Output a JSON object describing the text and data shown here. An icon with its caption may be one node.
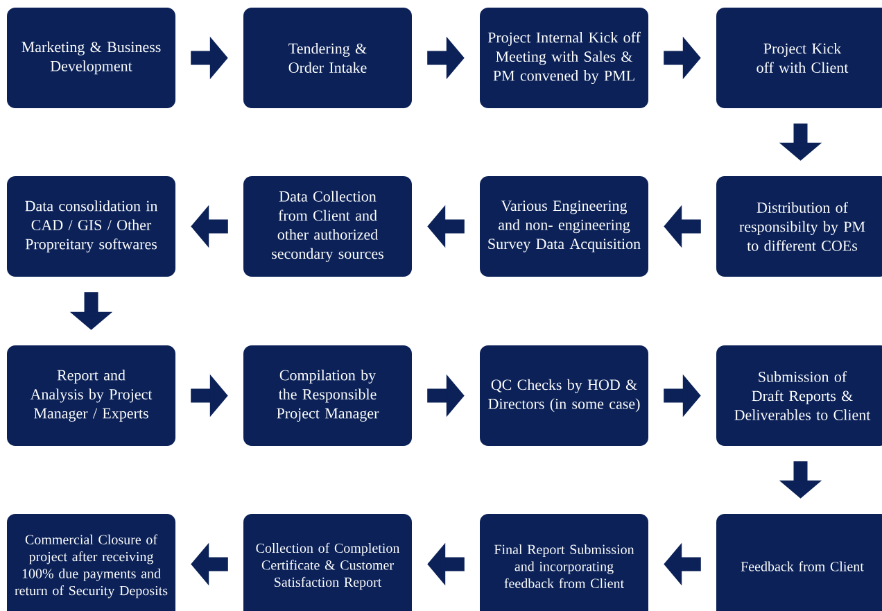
{
  "diagram": {
    "nodes": [
      {
        "text": [
          "Marketing & Business Development"
        ]
      },
      {
        "text": [
          "Tendering & Order Intake"
        ]
      },
      {
        "text": [
          "Project Internal Kick off Meeting with Sales & PM convened by PML"
        ]
      },
      {
        "text": [
          "Project Kick off with Client"
        ]
      },
      {
        "text": [
          "Distribution of responsibilty by PM to different COEs"
        ]
      },
      {
        "text": [
          "Various Engineering and non- engineering Survey Data Acquisition"
        ]
      },
      {
        "text": [
          "Data Collection from Client and other authorized secondary sources"
        ]
      },
      {
        "text": [
          "Data consolidation in CAD / GIS / Other Propreitary softwares"
        ]
      },
      {
        "text": [
          "Report and Analysis by Project Manager / Experts"
        ]
      },
      {
        "text": [
          "Compilation by the Responsible Project Manager"
        ]
      },
      {
        "text": [
          "QC Checks by HOD & Directors (in some case)"
        ]
      },
      {
        "text": [
          "Submission of Draft Reports & Deliverables  to Client"
        ]
      },
      {
        "text": [
          "Feedback from Client"
        ]
      },
      {
        "text": [
          "Final Report Submission and incorporating feedback from Client"
        ]
      },
      {
        "text": [
          "Collection of Completion Certificate & Customer Satisfaction Report"
        ]
      },
      {
        "text": [
          "Commercial Closure of project after receiving 100% due payments and return of Security Deposits"
        ]
      }
    ],
    "edges": [
      {
        "from": 0,
        "to": 1,
        "arrow": "to"
      },
      {
        "from": 1,
        "to": 2,
        "arrow": "to"
      },
      {
        "from": 2,
        "to": 3,
        "arrow": "to"
      },
      {
        "from": 3,
        "to": 4,
        "arrow": "to"
      },
      {
        "from": 4,
        "to": 5,
        "arrow": "to"
      },
      {
        "from": 5,
        "to": 6,
        "arrow": "to"
      },
      {
        "from": 6,
        "to": 7,
        "arrow": "to"
      },
      {
        "from": 7,
        "to": 8,
        "arrow": "to"
      },
      {
        "from": 8,
        "to": 9,
        "arrow": "to"
      },
      {
        "from": 9,
        "to": 10,
        "arrow": "to"
      },
      {
        "from": 10,
        "to": 11,
        "arrow": "to"
      },
      {
        "from": 11,
        "to": 12,
        "arrow": "to"
      },
      {
        "from": 12,
        "to": 13,
        "arrow": "to"
      },
      {
        "from": 13,
        "to": 14,
        "arrow": "to"
      },
      {
        "from": 14,
        "to": 15,
        "arrow": "to"
      }
    ]
  }
}
